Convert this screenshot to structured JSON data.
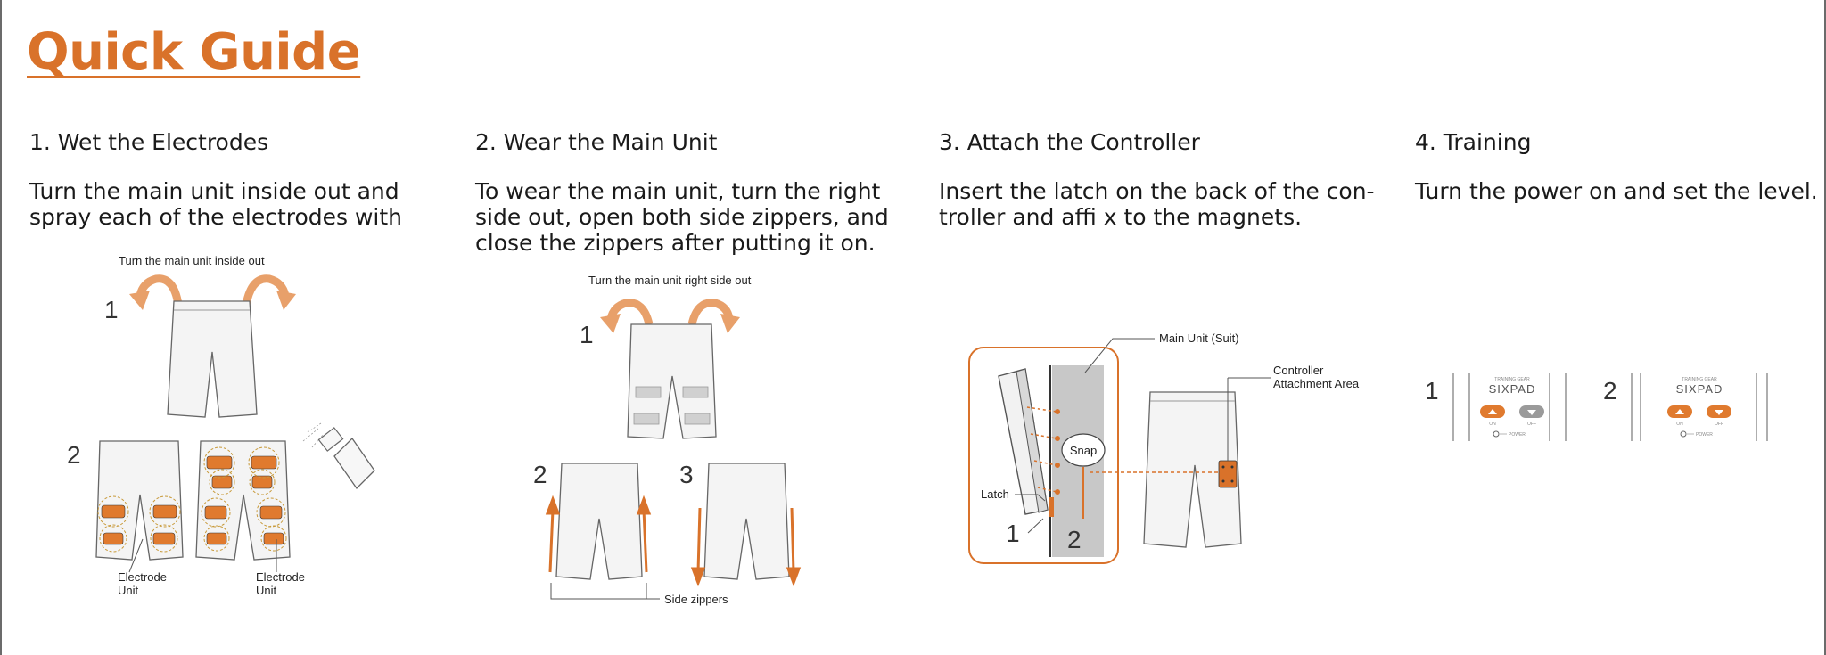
{
  "page": {
    "title": "Quick Guide"
  },
  "colors": {
    "accent": "#d9722a",
    "text": "#1a1a1a",
    "line": "#555555"
  },
  "steps": [
    {
      "heading": "1. Wet the Electrodes",
      "text": "Turn the main unit inside out and\nspray each of the electrodes with",
      "figure": {
        "caption": "Turn the main unit inside out",
        "num1": "1",
        "num2": "2",
        "label_left": "Electrode\nUnit",
        "label_right": "Electrode\nUnit"
      }
    },
    {
      "heading": "2. Wear the Main Unit",
      "text": "To wear the main unit, turn the right\nside out, open both side zippers, and\nclose the zippers after putting it on.",
      "figure": {
        "caption": "Turn the main unit right side out",
        "num1": "1",
        "num2": "2",
        "num3": "3",
        "label": "Side zippers"
      }
    },
    {
      "heading": "3. Attach the Controller",
      "text": "Insert the latch on the back of the con-\ntroller and affi x to the magnets.",
      "figure": {
        "label_main": "Main Unit (Suit)",
        "label_controller": "Controller\nAttachment Area",
        "label_snap": "Snap",
        "label_latch": "Latch",
        "num1": "1",
        "num2": "2"
      }
    },
    {
      "heading": "4. Training",
      "text": "Turn the power on and set the level.",
      "figure": {
        "num1": "1",
        "num2": "2",
        "brand": "SIXPAD",
        "brand_sub": "TRAINING GEAR",
        "on": "ON",
        "off": "OFF",
        "power": "POWER"
      }
    }
  ]
}
